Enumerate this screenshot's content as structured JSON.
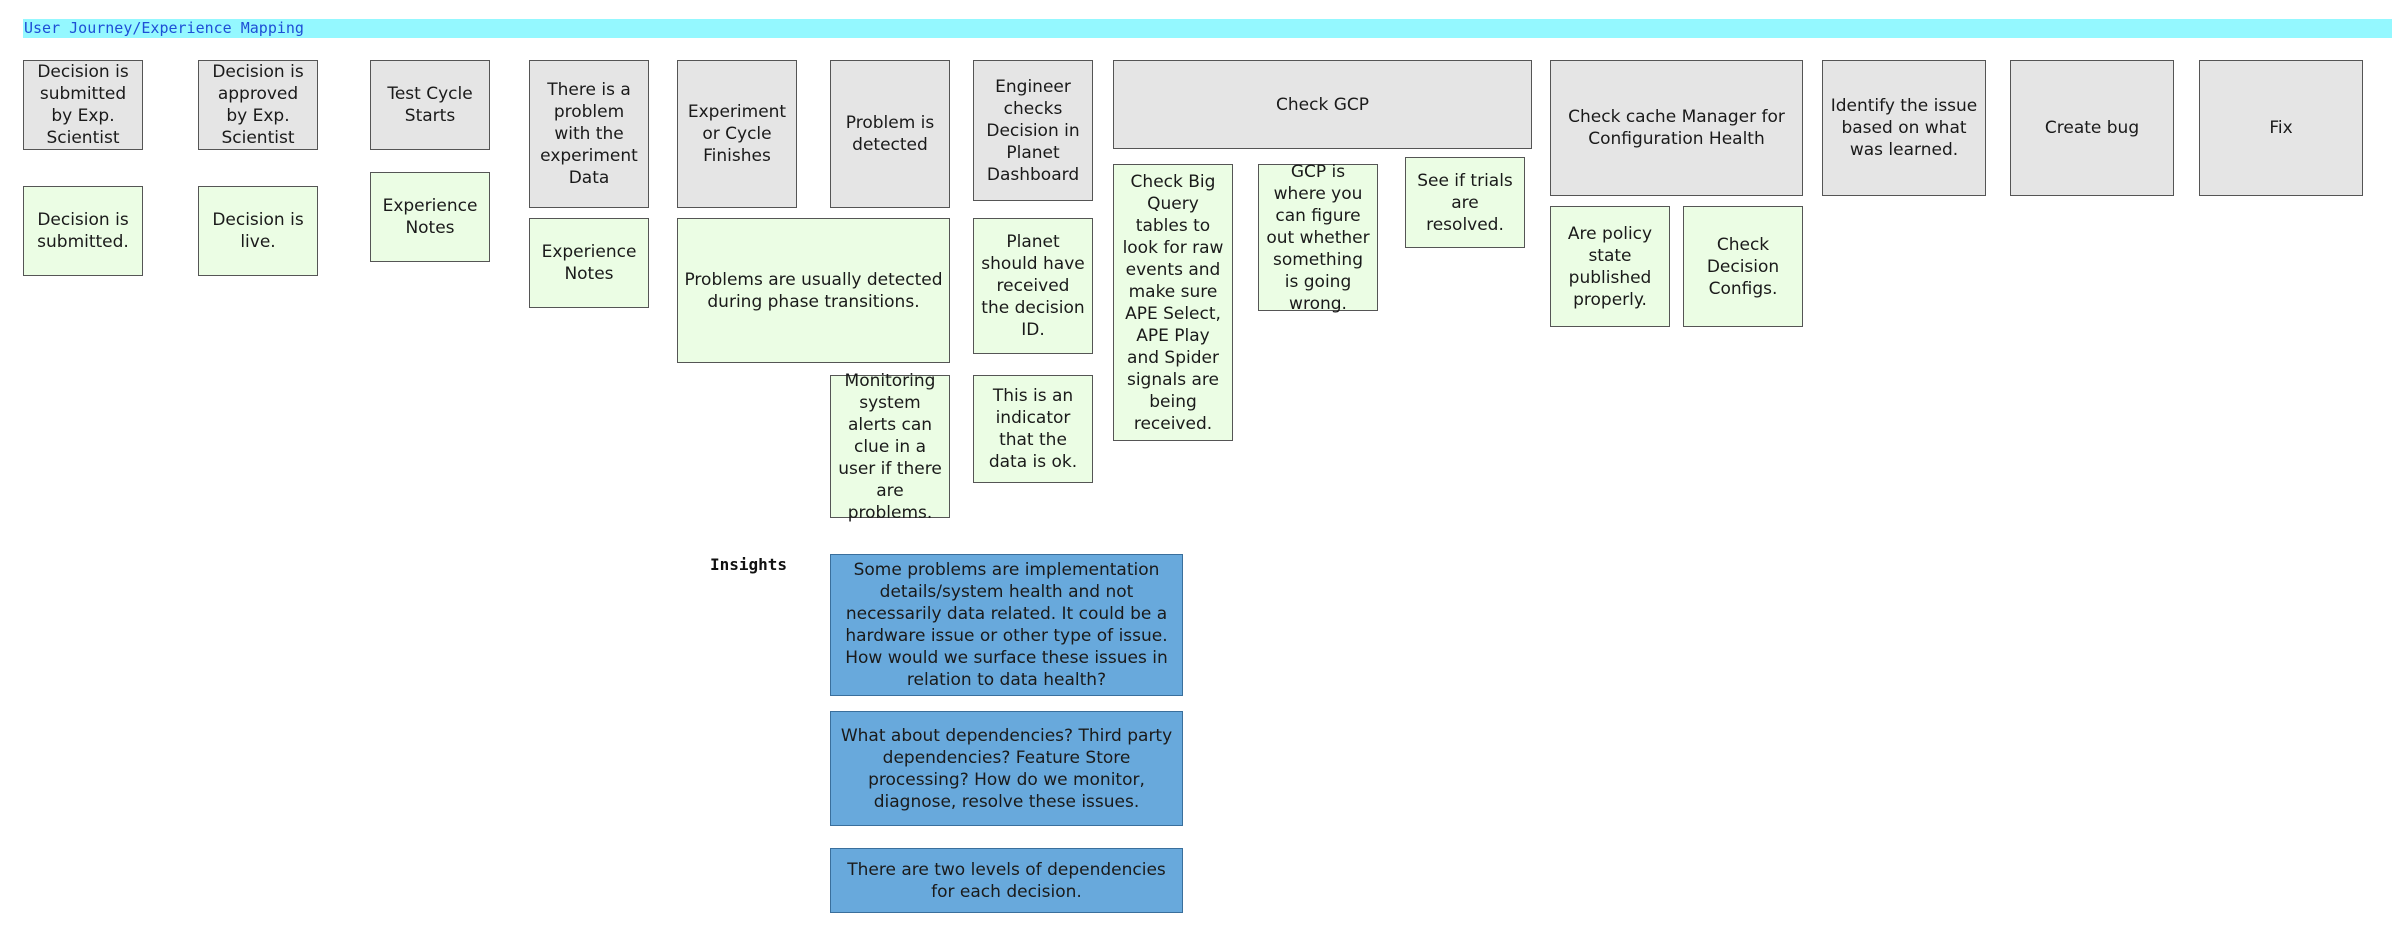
{
  "header": {
    "title": "User Journey/Experience Mapping"
  },
  "steps": {
    "s1": "Decision is submitted by Exp. Scientist",
    "s2": "Decision is approved by Exp. Scientist",
    "s3": "Test Cycle Starts",
    "s4": "There is a problem with the experiment Data",
    "s5": "Experiment or Cycle Finishes",
    "s6": "Problem is detected",
    "s7": "Engineer checks Decision in Planet Dashboard",
    "s8": "Check GCP",
    "s9": "Check cache Manager for Configuration Health",
    "s10": "Identify the issue based on what was learned.",
    "s11": "Create bug",
    "s12": "Fix"
  },
  "notes": {
    "n1": "Decision is submitted.",
    "n2": "Decision is live.",
    "n3": "Experience Notes",
    "n4": "Experience Notes",
    "n5": "Problems are usually detected during phase transitions.",
    "n6": "Monitoring system alerts can clue in a user if there are problems.",
    "n7": "Planet should have received the decision ID.",
    "n8": "This is an indicator that the data is ok.",
    "n9": "Check Big Query tables to look for raw events and make sure APE Select, APE Play and Spider signals are being received.",
    "n10": "GCP is where you can figure out whether something is going wrong.",
    "n11": "See if trials are resolved.",
    "n12": "Are policy state published properly.",
    "n13": "Check Decision Configs."
  },
  "insights": {
    "label": "Insights",
    "items": [
      "Some problems are implementation details/system health and not necessarily data related. It could be a hardware issue or other type of issue. How would we surface these issues in relation to data health?",
      "What about dependencies? Third party dependencies? Feature Store processing? How do we monitor, diagnose, resolve these issues.",
      "There are two levels of dependencies for each decision."
    ]
  },
  "colors": {
    "header_bar": "#94f8ff",
    "header_text": "#1e4fd6",
    "step_note": "#e5e5e5",
    "experience_note": "#ebfde4",
    "insight_note": "#68a9dc"
  }
}
